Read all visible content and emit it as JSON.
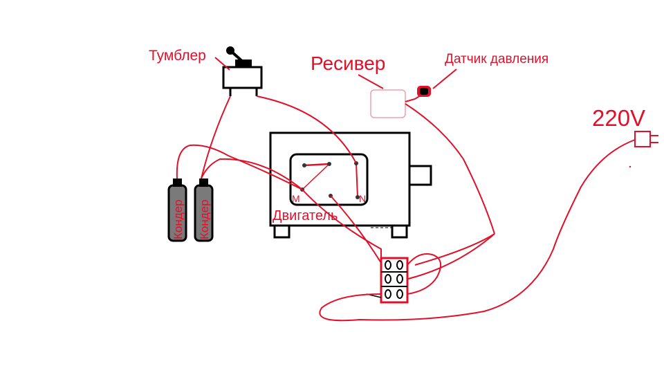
{
  "colors": {
    "wire": "#e0102a",
    "outline": "#000000",
    "capacitor_fill": "#7a7a7a",
    "receiver_outline": "#f0a0a8",
    "background": "#ffffff"
  },
  "labels": {
    "toggle": "Тумблер",
    "receiver": "Ресивер",
    "pressure_sensor": "Датчик  давления",
    "voltage": "220V",
    "motor": "Двигатель",
    "terminal_m": "M",
    "terminal_n": "N",
    "capacitor_1": "Кондер",
    "capacitor_2": "Кондер"
  },
  "icons": {
    "toggle": "toggle-switch-icon",
    "plug": "power-plug-icon",
    "sensor": "pressure-sensor-icon",
    "terminal_screw": "screw-terminal-icon"
  }
}
